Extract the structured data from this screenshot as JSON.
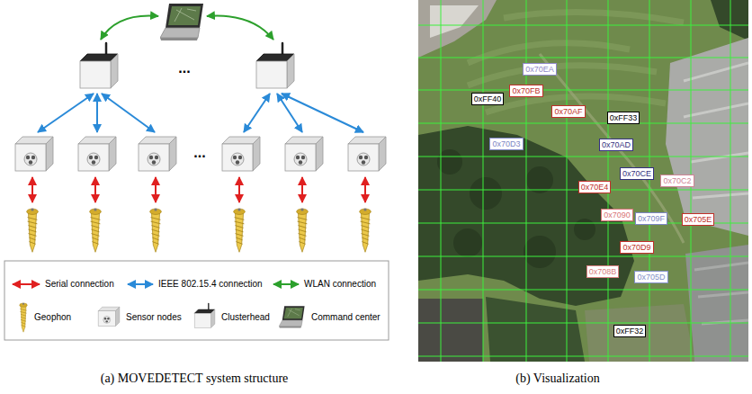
{
  "diagram": {
    "nodes": [
      {
        "text": [
          "0x70EA"
        ]
      },
      {
        "text": [
          "0xFF40"
        ]
      },
      {
        "text": [
          "0x70FB"
        ]
      },
      {
        "text": [
          "0x70AF"
        ]
      },
      {
        "text": [
          "0xFF33"
        ]
      },
      {
        "text": [
          "0x70D3"
        ]
      },
      {
        "text": [
          "0x70AD"
        ]
      },
      {
        "text": [
          "0x70CE"
        ]
      },
      {
        "text": [
          "0x70C2"
        ]
      },
      {
        "text": [
          "0x70E4"
        ]
      },
      {
        "text": [
          "0x7090"
        ]
      },
      {
        "text": [
          "0x709F"
        ]
      },
      {
        "text": [
          "0x705E"
        ]
      },
      {
        "text": [
          "0x70D9"
        ]
      },
      {
        "text": [
          "0x708B"
        ]
      },
      {
        "text": [
          "0x705D"
        ]
      },
      {
        "text": [
          "0xFF32"
        ]
      }
    ],
    "labels": [
      "...",
      "...",
      "(a) MOVEDETECT system structure",
      "(b) Visualization"
    ],
    "legend": [
      {
        "text": "Serial connection"
      },
      {
        "text": "IEEE 802.15.4 connection"
      },
      {
        "text": "WLAN connection"
      },
      {
        "text": "Geophon"
      },
      {
        "text": "Sensor nodes"
      },
      {
        "text": "Clusterhead"
      },
      {
        "text": "Command center"
      }
    ]
  }
}
